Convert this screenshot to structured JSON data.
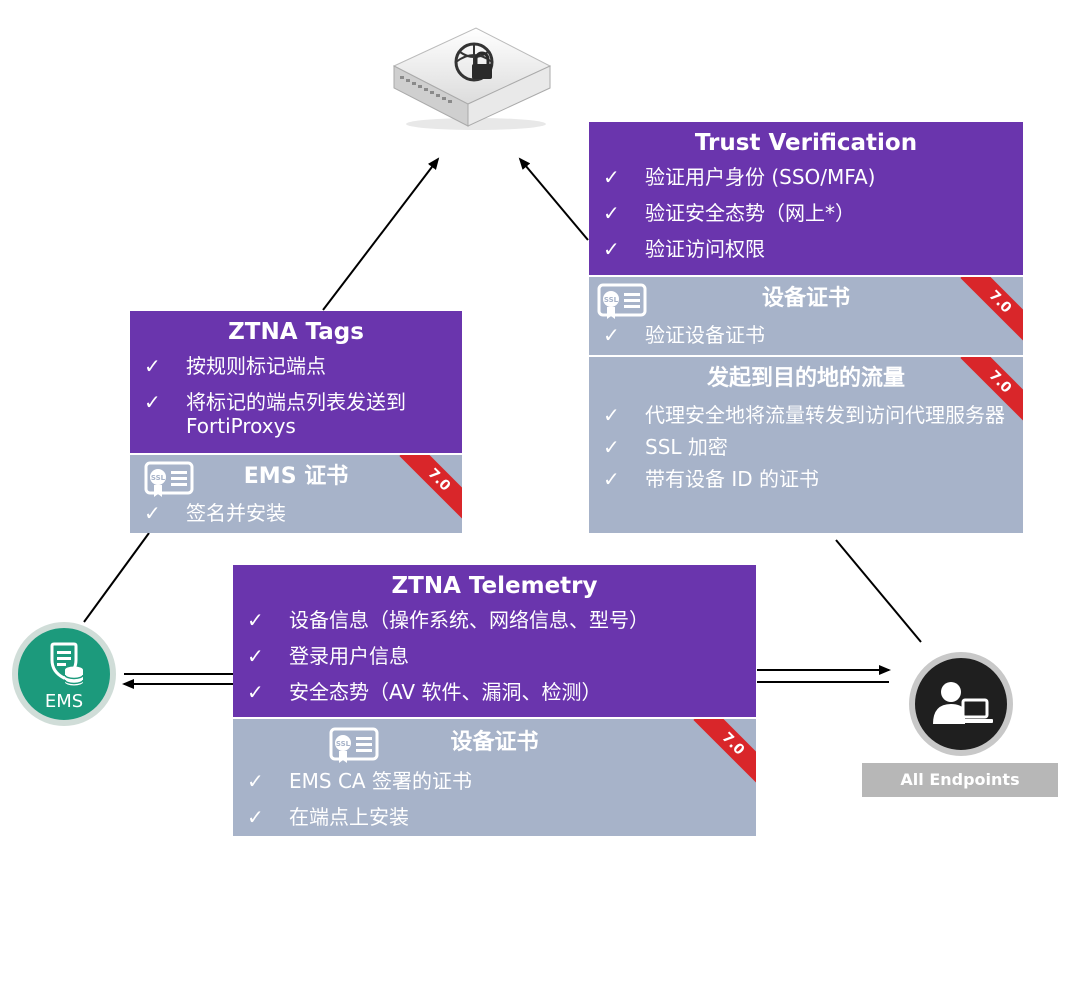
{
  "check_mark": "✓",
  "trust": {
    "title": "Trust Verification",
    "items": [
      "验证用户身份 (SSO/MFA)",
      "验证安全态势（网上*）",
      "验证访问权限"
    ]
  },
  "device_cert_top": {
    "title": "设备证书",
    "version": "7.0",
    "items": [
      "验证设备证书"
    ]
  },
  "traffic": {
    "title": "发起到目的地的流量",
    "version": "7.0",
    "items": [
      "代理安全地将流量转发到访问代理服务器",
      "SSL 加密",
      "带有设备 ID 的证书"
    ]
  },
  "ztna_tags": {
    "title": "ZTNA Tags",
    "items": [
      "按规则标记端点",
      "将标记的端点列表发送到 FortiProxys"
    ]
  },
  "ems_cert": {
    "title": "EMS 证书",
    "version": "7.0",
    "items": [
      "签名并安装"
    ]
  },
  "telemetry": {
    "title": "ZTNA Telemetry",
    "items": [
      "设备信息（操作系统、网络信息、型号）",
      "登录用户信息",
      "安全态势（AV 软件、漏洞、检测）"
    ]
  },
  "device_cert_bottom": {
    "title": "设备证书",
    "version": "7.0",
    "items": [
      "EMS CA 签署的证书",
      "在端点上安装"
    ]
  },
  "ems_node": {
    "label": "EMS"
  },
  "endpoint_node": {
    "label": "All Endpoints"
  },
  "ssl_icon_text": "SSL",
  "colors": {
    "purple": "#6a35ad",
    "grey": "#a7b3c9",
    "badge": "#d9262a",
    "ems": "#1c9a7c"
  }
}
